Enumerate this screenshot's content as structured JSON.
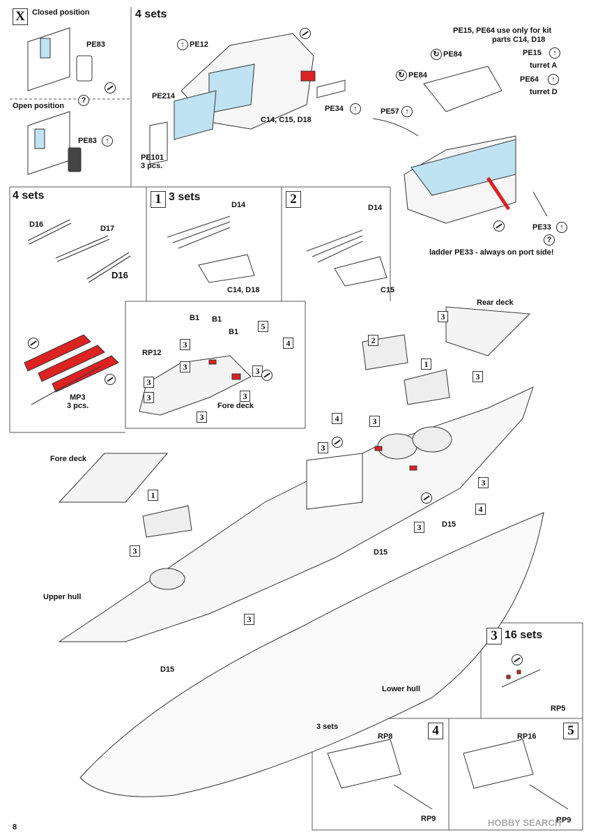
{
  "page_number": "8",
  "watermark": "HOBBY SEARCH",
  "panel_x": {
    "step": "X",
    "closed_title": "Closed position",
    "closed_part": "PE83",
    "open_title": "Open position",
    "open_part": "PE83"
  },
  "turret_detail": {
    "title": "4 sets",
    "parts": {
      "pe12": "PE12",
      "pe214": "PE214",
      "pe101": "PE101",
      "pe101_qty": "3 pcs.",
      "kit_parts": "C14, C15, D18",
      "pe34": "PE34"
    },
    "note_line1": "PE15, PE64 use only for kit",
    "note_line2": "parts C14, D18",
    "pe84_a": "PE84",
    "pe84_b": "PE84",
    "pe15": "PE15",
    "turret_a": "turret A",
    "pe64": "PE64",
    "turret_d": "turret D",
    "pe57": "PE57",
    "pe33": "PE33",
    "ladder_note": "ladder PE33 - always on port side!"
  },
  "guns_panel": {
    "title": "4 sets",
    "d16a": "D16",
    "d17": "D17",
    "d16b": "D16"
  },
  "step1_panel": {
    "step": "1",
    "title": "3 sets",
    "d14": "D14",
    "parts": "C14, D18"
  },
  "step2_panel": {
    "step": "2",
    "d14": "D14",
    "parts": "C15"
  },
  "mp3_panel": {
    "part": "MP3",
    "qty": "3 pcs."
  },
  "fore_deck_inset": {
    "b1a": "B1",
    "b1b": "B1",
    "b1c": "B1",
    "rp12": "RP12",
    "title": "Fore deck"
  },
  "main": {
    "rear_deck": "Rear deck",
    "fore_deck": "Fore deck",
    "upper_hull": "Upper hull",
    "lower_hull": "Lower hull",
    "d15a": "D15",
    "d15b": "D15",
    "d15c": "D15"
  },
  "step3_panel": {
    "step": "3",
    "title": "16 sets",
    "part": "RP5"
  },
  "step4_panel": {
    "step": "4",
    "title": "3 sets",
    "part_a": "RP8",
    "part_b": "RP9"
  },
  "step5_panel": {
    "step": "5",
    "part_a": "RP16",
    "part_b": "RP9"
  }
}
